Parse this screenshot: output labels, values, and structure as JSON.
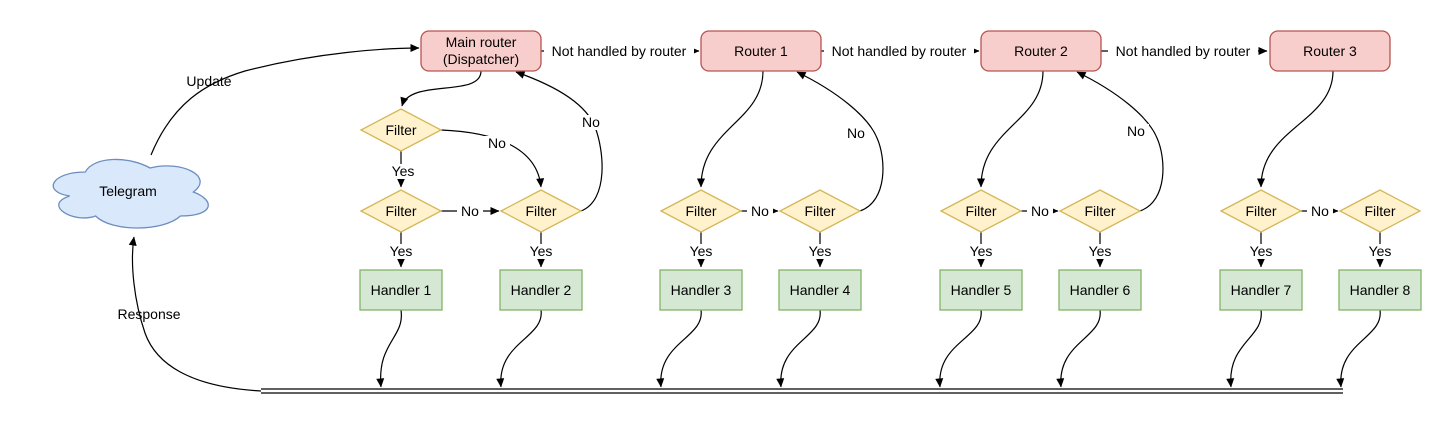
{
  "diagram": {
    "cloud": {
      "label": "Telegram"
    },
    "nodes": {
      "main_router": {
        "label_line1": "Main router",
        "label_line2": "(Dispatcher)"
      },
      "router_1": "Router 1",
      "router_2": "Router 2",
      "router_3": "Router 3",
      "filter": "Filter",
      "handlers": [
        "Handler 1",
        "Handler 2",
        "Handler 3",
        "Handler 4",
        "Handler 5",
        "Handler 6",
        "Handler 7",
        "Handler 8"
      ]
    },
    "edge_labels": {
      "update": "Update",
      "response": "Response",
      "not_handled": "Not handled by router",
      "yes": "Yes",
      "no": "No"
    },
    "colors": {
      "router_fill": "#f8cecc",
      "router_stroke": "#b85450",
      "filter_fill": "#fff2cc",
      "filter_stroke": "#d6b656",
      "handler_fill": "#d5e8d4",
      "handler_stroke": "#82b366",
      "cloud_fill": "#dae8fc",
      "cloud_stroke": "#6c8ebf",
      "edge": "#000000"
    }
  }
}
